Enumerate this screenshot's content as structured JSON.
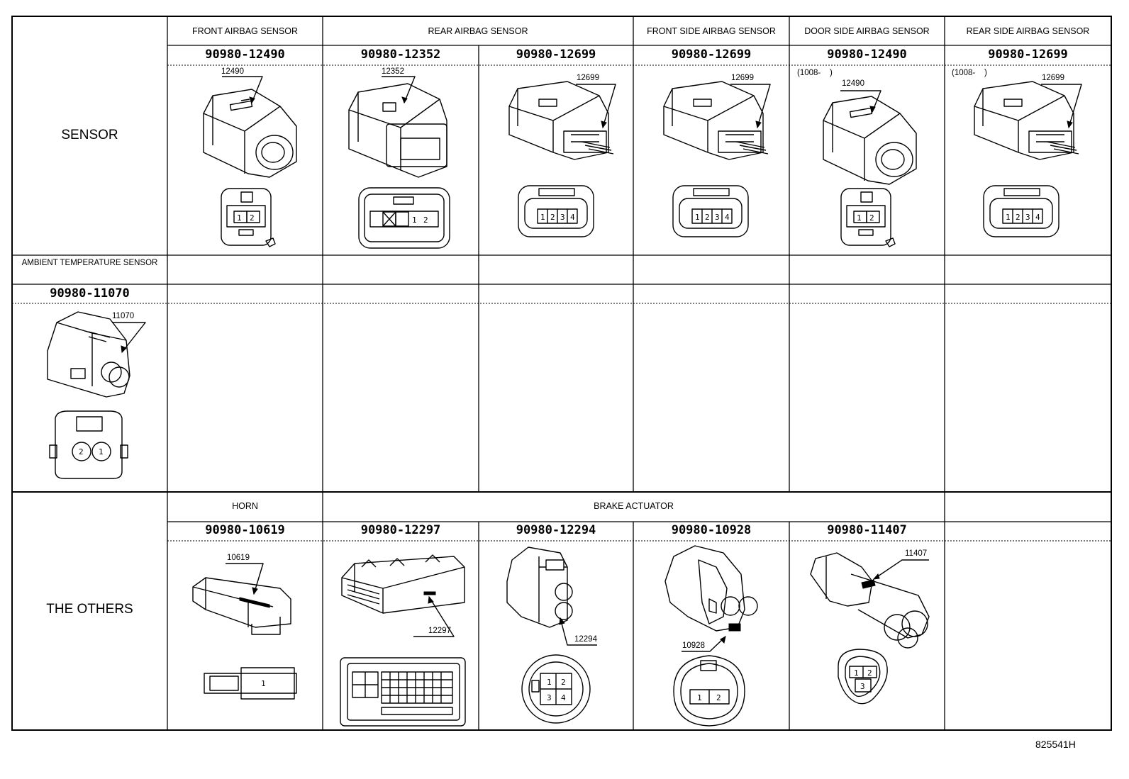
{
  "sections": {
    "sensor": "SENSOR",
    "ambient_title": "AMBIENT TEMPERATURE SENSOR",
    "others": "THE OTHERS"
  },
  "sensor_row": {
    "headers": [
      "FRONT AIRBAG SENSOR",
      "REAR AIRBAG SENSOR",
      "FRONT SIDE AIRBAG SENSOR",
      "DOOR SIDE AIRBAG SENSOR",
      "REAR SIDE AIRBAG SENSOR"
    ],
    "part_numbers": [
      "90980-12490",
      "90980-12352",
      "90980-12699",
      "90980-12699",
      "90980-12490",
      "90980-12699"
    ],
    "callouts": [
      "12490",
      "12352",
      "12699",
      "12699",
      "12490",
      "12699"
    ],
    "date_notes": [
      "(1008-    )",
      "(1008-    )"
    ]
  },
  "ambient_row": {
    "part_number": "90980-11070",
    "callout": "11070"
  },
  "others_row": {
    "headers": [
      "HORN",
      "BRAKE ACTUATOR"
    ],
    "part_numbers": [
      "90980-10619",
      "90980-12297",
      "90980-12294",
      "90980-10928",
      "90980-11407"
    ],
    "callouts": [
      "10619",
      "12297",
      "12294",
      "10928",
      "11407"
    ]
  },
  "pins": {
    "two": [
      "1",
      "2"
    ],
    "two_rev": [
      "2",
      "1"
    ],
    "four": [
      "1",
      "2",
      "3",
      "4"
    ],
    "one": [
      "1"
    ],
    "tri": [
      "1",
      "2",
      "3"
    ]
  },
  "doc_id": "825541H"
}
